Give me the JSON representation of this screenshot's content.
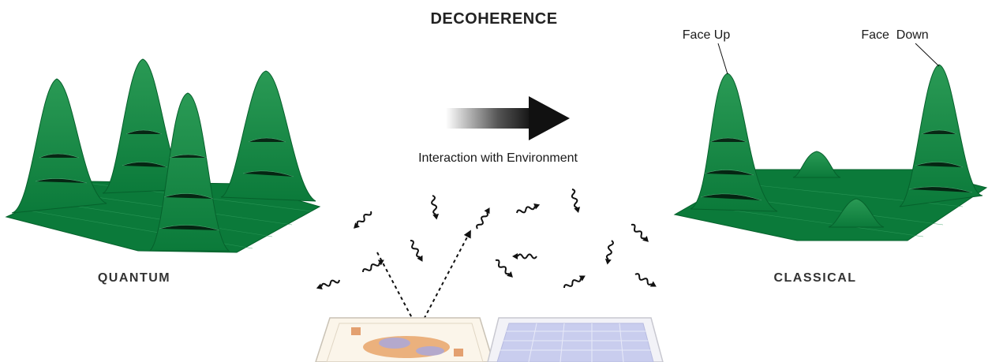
{
  "title": "DECOHERENCE",
  "arrow_caption": "Interaction with Environment",
  "quantum": {
    "caption": "QUANTUM"
  },
  "classical": {
    "caption": "CLASSICAL",
    "peak_labels": [
      "Face Up",
      "Face  Down"
    ]
  },
  "colors": {
    "surface": "#0b7a3a",
    "surface_dark": "#06612c",
    "text": "#222222",
    "arrow_dark": "#111111"
  },
  "icons": [
    "squiggly-arrow-icon",
    "playing-card-icon",
    "grid-card-icon"
  ]
}
